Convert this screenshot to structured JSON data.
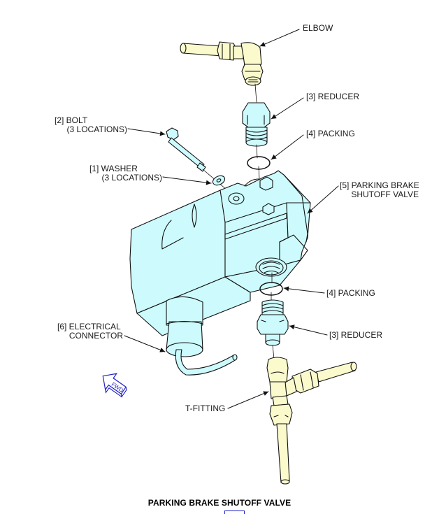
{
  "figure": {
    "title": "PARKING BRAKE SHUTOFF VALVE",
    "colors": {
      "valve_fill": "#cdfbfd",
      "fitting_fill": "#fafacd",
      "line": "#111111",
      "fwd_blue": "#2020c8"
    },
    "fwd_arrow": {
      "text": "FWD",
      "icon": "forward-direction-arrow-icon"
    },
    "callouts": [
      {
        "id": "elbow",
        "lines": [
          "ELBOW"
        ]
      },
      {
        "id": "reducer-top",
        "lines": [
          "[3] REDUCER"
        ]
      },
      {
        "id": "bolt",
        "lines": [
          "[2] BOLT",
          "(3 LOCATIONS)"
        ]
      },
      {
        "id": "packing-top",
        "lines": [
          "[4] PACKING"
        ]
      },
      {
        "id": "washer",
        "lines": [
          "[1] WASHER",
          "(3 LOCATIONS)"
        ]
      },
      {
        "id": "valve",
        "lines": [
          "[5] PARKING BRAKE",
          "SHUTOFF VALVE"
        ]
      },
      {
        "id": "packing-bottom",
        "lines": [
          "[4] PACKING"
        ]
      },
      {
        "id": "electrical-connector",
        "lines": [
          "[6] ELECTRICAL",
          "CONNECTOR"
        ]
      },
      {
        "id": "reducer-bottom",
        "lines": [
          "[3] REDUCER"
        ]
      },
      {
        "id": "t-fitting",
        "lines": [
          "T-FITTING"
        ]
      }
    ]
  }
}
